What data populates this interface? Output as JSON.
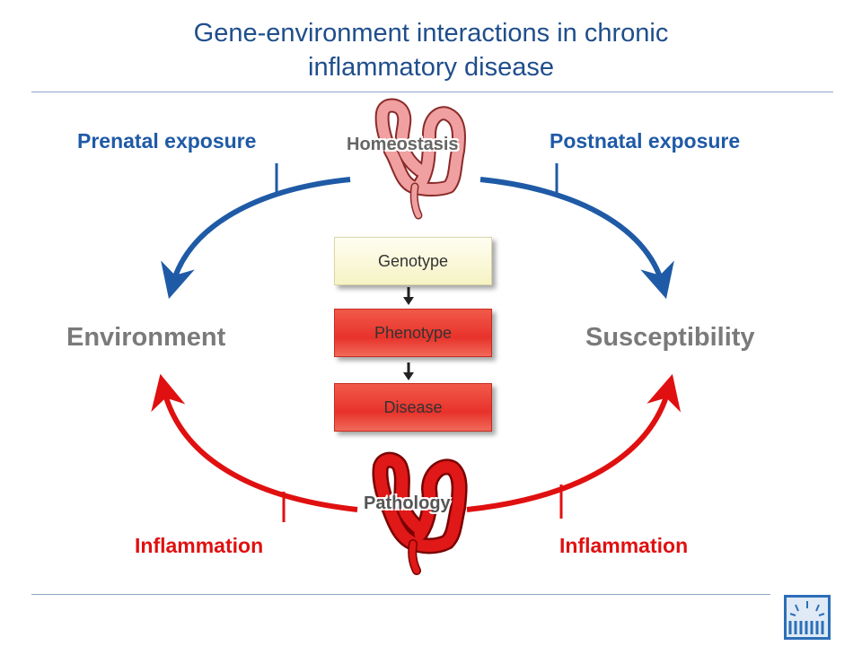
{
  "title": {
    "line1": "Gene-environment interactions in chronic",
    "line2": "inflammatory disease"
  },
  "labels": {
    "prenatal": "Prenatal exposure",
    "postnatal": "Postnatal exposure",
    "environment": "Environment",
    "susceptibility": "Susceptibility",
    "inflammation_left": "Inflammation",
    "inflammation_right": "Inflammation",
    "homeostasis": "Homeostasis",
    "pathology": "Pathology"
  },
  "boxes": {
    "genotype": "Genotype",
    "phenotype": "Phenotype",
    "disease": "Disease"
  },
  "colors": {
    "title": "#1f4e8c",
    "blue_arrow": "#1f5aa6",
    "red_arrow": "#e01010",
    "grey_text": "#7a7a7a",
    "healthy_colon": "#f0a0a0",
    "inflamed_colon": "#e01818"
  },
  "icons": {
    "healthy_colon": "colon-icon",
    "inflamed_colon": "inflamed-colon-icon",
    "logo": "logo-icon"
  }
}
